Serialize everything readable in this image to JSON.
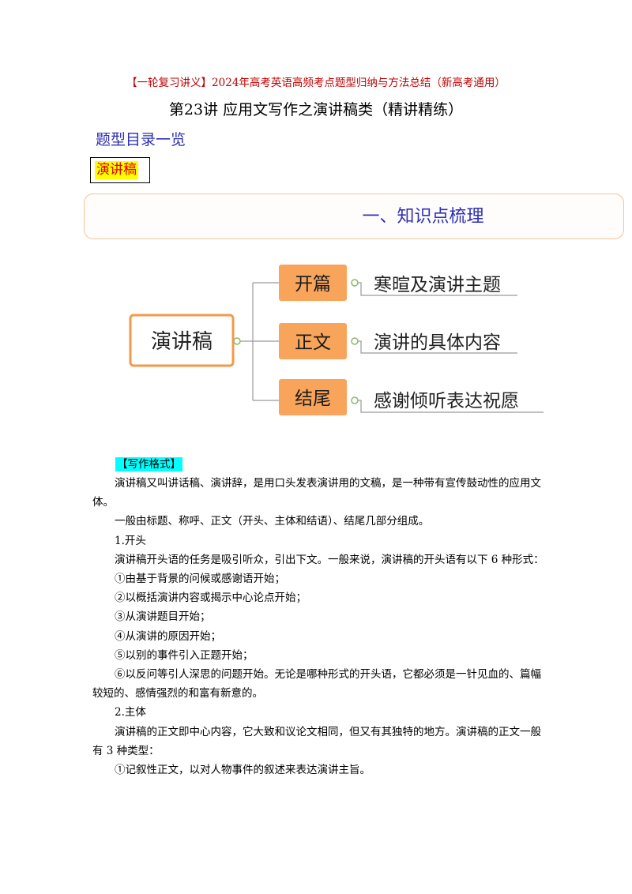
{
  "header": {
    "banner": "【一轮复习讲义】2024年高考英语高频考点题型归纳与方法总结（新高考通用）",
    "lecture_title": "第23讲  应用文写作之演讲稿类（精讲精练）"
  },
  "catalog": {
    "heading": "题型目录一览",
    "items": [
      "演讲稿"
    ]
  },
  "section": {
    "title": "一、知识点梳理"
  },
  "mindmap": {
    "root": "演讲稿",
    "branches": [
      {
        "label": "开篇",
        "desc": "寒暄及演讲主题"
      },
      {
        "label": "正文",
        "desc": "演讲的具体内容"
      },
      {
        "label": "结尾",
        "desc": "感谢倾听表达祝愿"
      }
    ],
    "colors": {
      "branch_fill": "#f8a45a",
      "root_border": "#f39a4a",
      "line": "#9a9a9a",
      "connector": "#8fb86a"
    }
  },
  "content": {
    "label": "【写作格式】",
    "paragraphs": [
      "演讲稿又叫讲话稿、演讲辞，是用口头发表演讲用的文稿，是一种带有宣传鼓动性的应用文体。",
      "一般由标题、称呼、正文（开头、主体和结语）、结尾几部分组成。",
      "1.开头",
      "演讲稿开头语的任务是吸引听众，引出下文。一般来说，演讲稿的开头语有以下 6 种形式：",
      "①由基于背景的问候或感谢语开始；",
      "②以概括演讲内容或揭示中心论点开始；",
      "③从演讲题目开始；",
      "④从演讲的原因开始；",
      "⑤以别的事件引入正题开始；",
      "⑥以反问等引人深思的问题开始。无论是哪种形式的开头语，它都必须是一针见血的、篇幅较短的、感情强烈的和富有新意的。",
      "2.主体",
      "演讲稿的正文即中心内容，它大致和议论文相同，但又有其独特的地方。演讲稿的正文一般有 3 种类型：",
      "①记叙性正文，以对人物事件的叙述来表达演讲主旨。"
    ]
  }
}
